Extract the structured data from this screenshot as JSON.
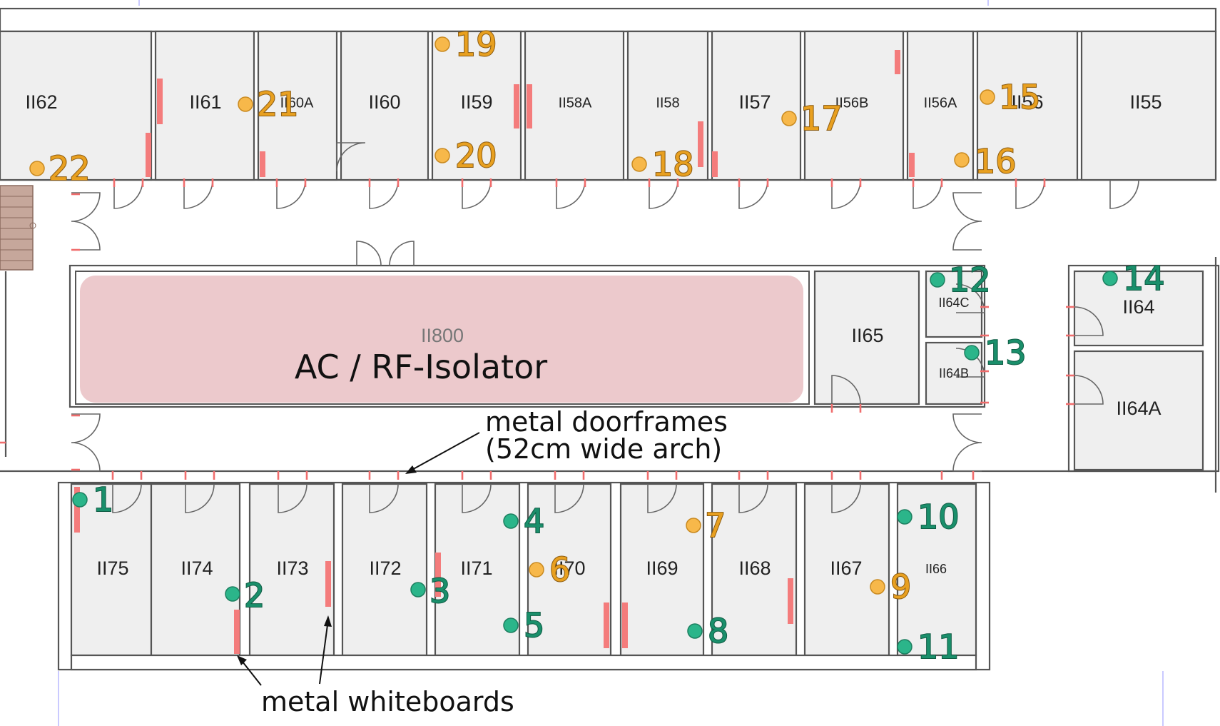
{
  "floor_plan": {
    "rooms": {
      "II62": "II62",
      "II61": "II61",
      "II60A": "II60A",
      "II60": "II60",
      "II59": "II59",
      "II58A": "II58A",
      "II58": "II58",
      "II57": "II57",
      "II56B": "II56B",
      "II56A": "II56A",
      "II56": "II56",
      "II55": "II55",
      "II800": "II800",
      "II65": "II65",
      "II64C": "II64C",
      "II64B": "II64B",
      "II64": "II64",
      "II64A": "II64A",
      "II75": "II75",
      "II74": "II74",
      "II73": "II73",
      "II72": "II72",
      "II71": "II71",
      "II70": "II70",
      "II69": "II69",
      "II68": "II68",
      "II67": "II67",
      "II66": "II66"
    },
    "isolator_label": "AC / RF-Isolator",
    "annotations": {
      "doorframes_line1": "metal doorframes",
      "doorframes_line2": "(52cm wide arch)",
      "whiteboards": "metal whiteboards"
    },
    "markers": [
      {
        "id": "1",
        "label": "1",
        "group": "green"
      },
      {
        "id": "2",
        "label": "2",
        "group": "green"
      },
      {
        "id": "3",
        "label": "3",
        "group": "green"
      },
      {
        "id": "4",
        "label": "4",
        "group": "green"
      },
      {
        "id": "5",
        "label": "5",
        "group": "green"
      },
      {
        "id": "6",
        "label": "6",
        "group": "orange"
      },
      {
        "id": "7",
        "label": "7",
        "group": "orange"
      },
      {
        "id": "8",
        "label": "8",
        "group": "green"
      },
      {
        "id": "9",
        "label": "9",
        "group": "orange"
      },
      {
        "id": "10",
        "label": "10",
        "group": "green"
      },
      {
        "id": "11",
        "label": "11",
        "group": "green"
      },
      {
        "id": "12",
        "label": "12",
        "group": "green"
      },
      {
        "id": "13",
        "label": "13",
        "group": "green"
      },
      {
        "id": "14",
        "label": "14",
        "group": "green"
      },
      {
        "id": "15",
        "label": "15",
        "group": "orange"
      },
      {
        "id": "16",
        "label": "16",
        "group": "orange"
      },
      {
        "id": "17",
        "label": "17",
        "group": "orange"
      },
      {
        "id": "18",
        "label": "18",
        "group": "orange"
      },
      {
        "id": "19",
        "label": "19",
        "group": "orange"
      },
      {
        "id": "20",
        "label": "20",
        "group": "orange"
      },
      {
        "id": "21",
        "label": "21",
        "group": "orange"
      },
      {
        "id": "22",
        "label": "22",
        "group": "orange"
      }
    ],
    "colors": {
      "green": "#2bb58a",
      "green_text": "#1a8f6b",
      "orange": "#f7b84a",
      "orange_text": "#e8a020",
      "metal": "#f47c7c",
      "isolator_fill": "#ecc9cc",
      "room_fill": "#efefef",
      "wall": "#555555",
      "stairs": "#b08a7a"
    }
  }
}
